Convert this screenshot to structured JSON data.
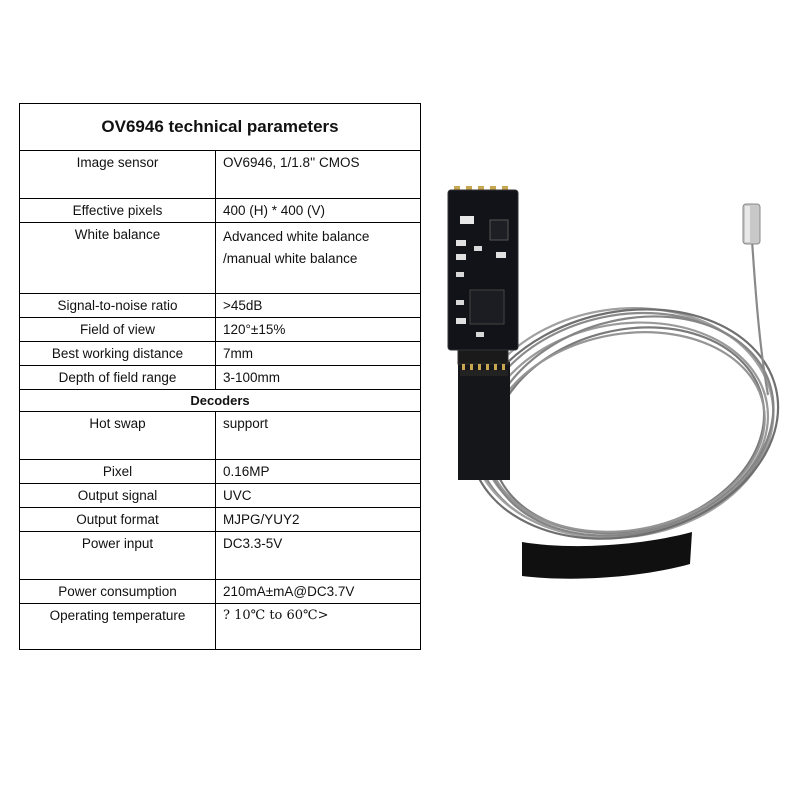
{
  "table": {
    "title": "OV6946 technical parameters",
    "rows": [
      {
        "label": "Image sensor",
        "value": "OV6946, 1/1.8'' CMOS"
      },
      {
        "label": "Effective pixels",
        "value": "400 (H) * 400 (V)"
      },
      {
        "label": "White balance",
        "value": "Advanced white balance",
        "value2": "/manual white balance"
      },
      {
        "label": "Signal-to-noise ratio",
        "value": ">45dB"
      },
      {
        "label": "Field of view",
        "value": "120°±15%"
      },
      {
        "label": "Best working distance",
        "value": "7mm"
      },
      {
        "label": "Depth of field range",
        "value": "3-100mm"
      }
    ],
    "section": "Decoders",
    "rows2": [
      {
        "label": "Hot swap",
        "value": "support"
      },
      {
        "label": "Pixel",
        "value": "0.16MP"
      },
      {
        "label": "Output signal",
        "value": "UVC"
      },
      {
        "label": "Output format",
        "value": "MJPG/YUY2"
      },
      {
        "label": "Power input",
        "value": "DC3.3-5V"
      },
      {
        "label": "Power consumption",
        "value": "210mA±mA@DC3.7V"
      },
      {
        "label": "Operating temperature",
        "value": "? 10℃ to 60℃>"
      }
    ]
  },
  "photo": {
    "subject": "camera-module-with-cable-icon",
    "board_color": "#111318",
    "cable_color": "#8a8a8a"
  }
}
